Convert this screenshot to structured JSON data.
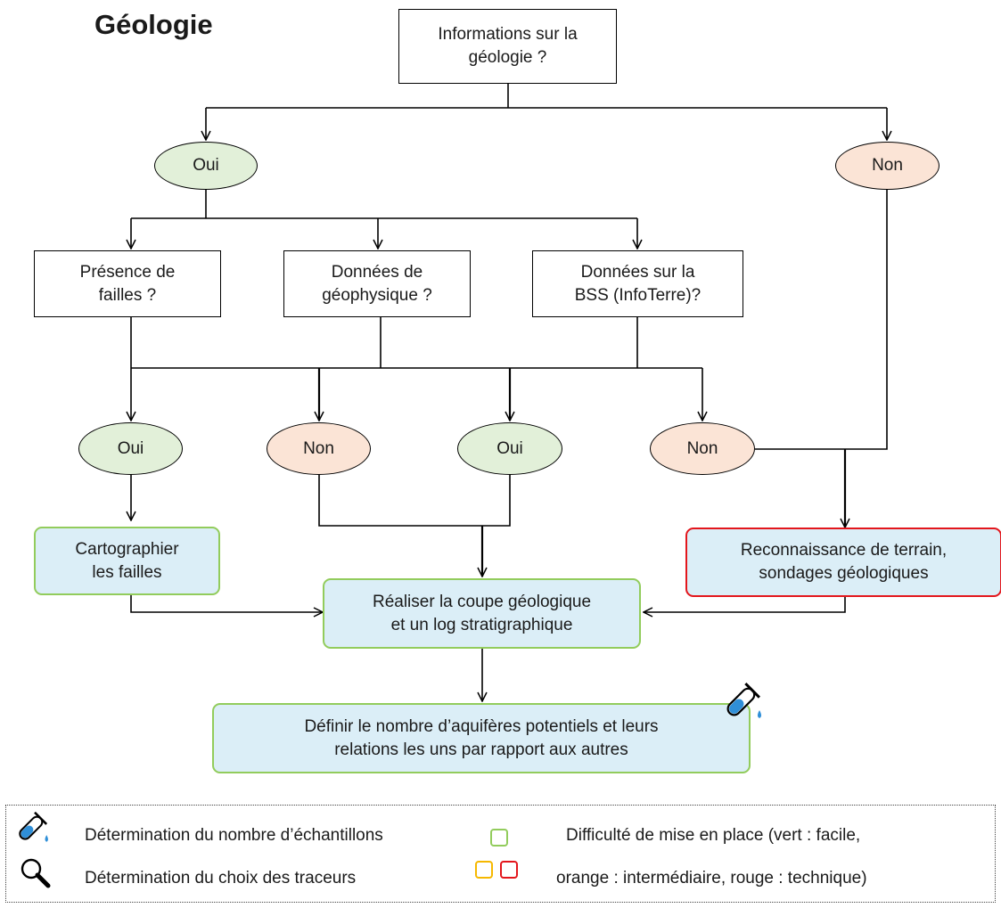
{
  "title": "Géologie",
  "boxes": {
    "info": [
      "Informations sur la",
      "géologie ?"
    ],
    "failles": [
      "Présence de",
      "failles ?"
    ],
    "geophys": [
      "Données de",
      "géophysique ?"
    ],
    "bss": [
      "Données sur la",
      "BSS (InfoTerre)?"
    ]
  },
  "ovals": {
    "oui_top": "Oui",
    "non_top": "Non",
    "oui_1": "Oui",
    "non_1": "Non",
    "oui_2": "Oui",
    "non_2": "Non"
  },
  "actions": {
    "carto": [
      "Cartographier",
      "les failles"
    ],
    "reco": [
      "Reconnaissance de terrain,",
      "sondages géologiques"
    ],
    "coupe": [
      "Réaliser la coupe géologique",
      "et un log stratigraphique"
    ],
    "definir": [
      "Définir le nombre d’aquifères potentiels et leurs",
      "relations les uns par rapport aux autres"
    ]
  },
  "legend": {
    "samples": "Détermination du nombre d’échantillons",
    "tracers": "Détermination du choix des traceurs",
    "difficulty_1": "Difficulté de mise en place (vert : facile,",
    "difficulty_2": "orange : intermédiaire, rouge : technique)"
  },
  "icons": {
    "sample": "test-tube-icon",
    "tracer": "magnifier-icon"
  },
  "colors": {
    "easy": "#92cc5c",
    "intermediate": "#f6b800",
    "technical": "#e3161c",
    "action_fill": "#dbeef7",
    "yes_fill": "#e2f0d9",
    "no_fill": "#fbe4d6"
  }
}
